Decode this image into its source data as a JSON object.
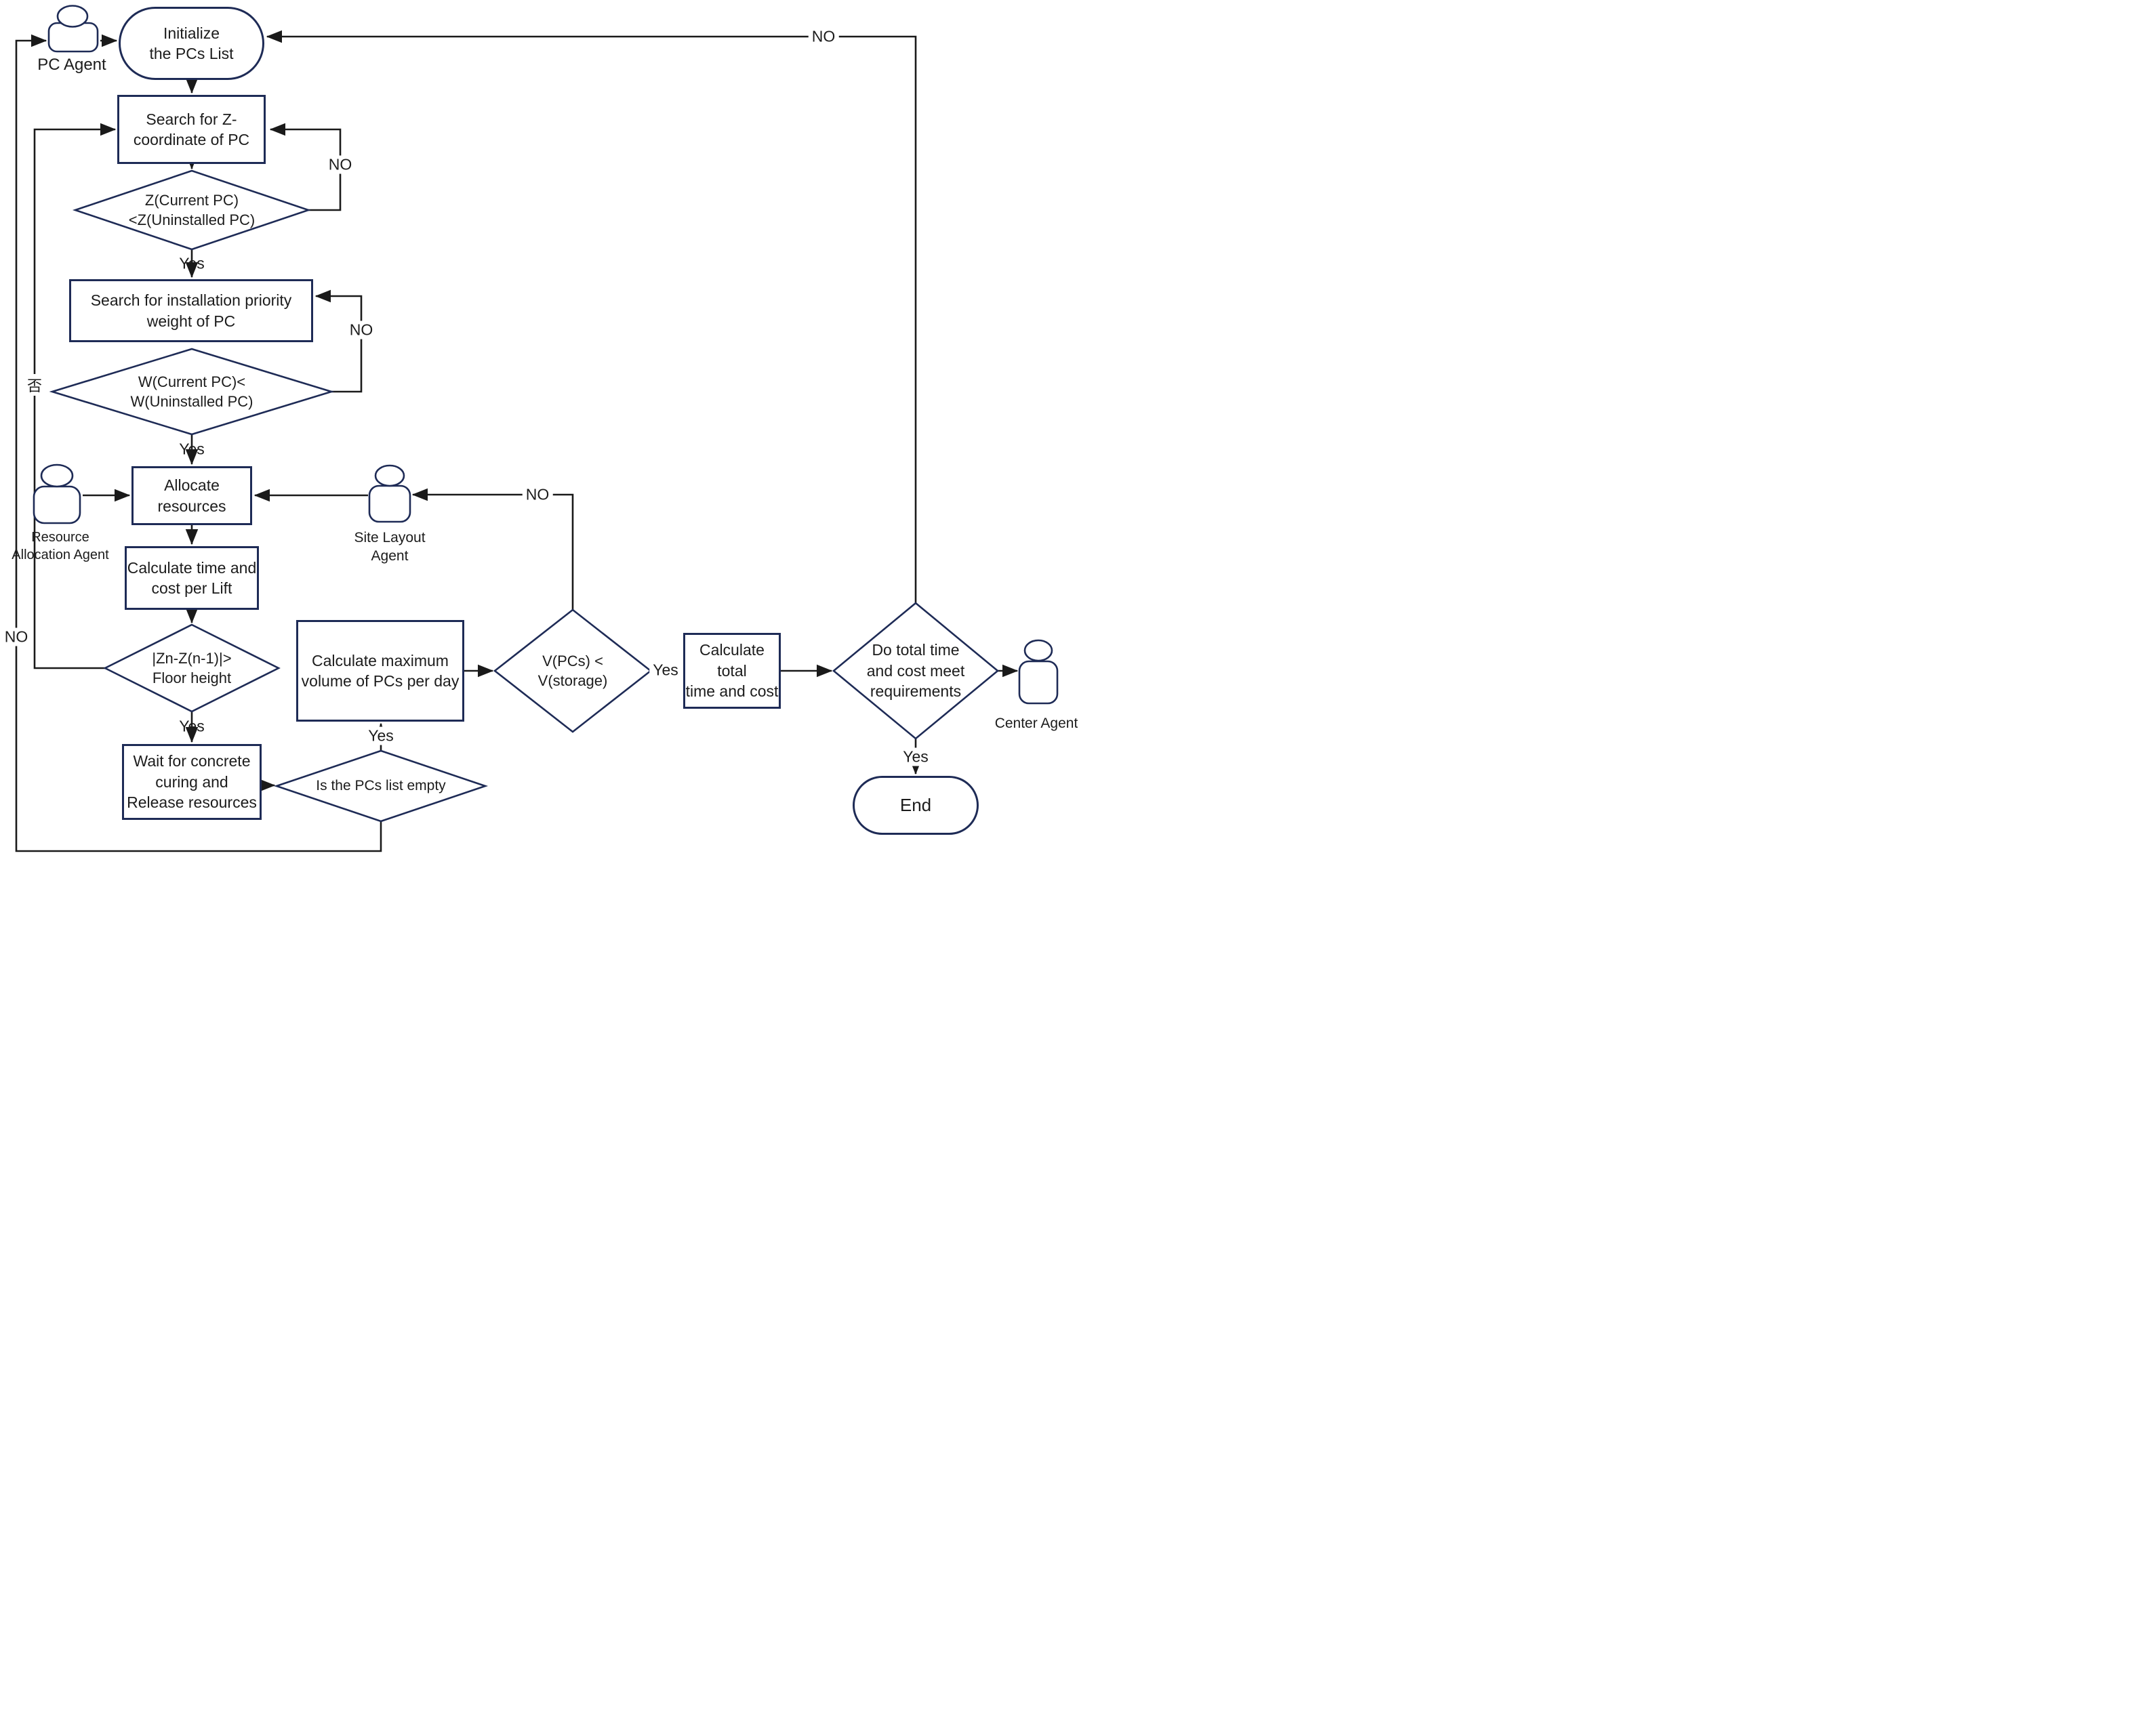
{
  "diagram": {
    "title_hint": "Multi-agent PC installation flowchart",
    "colors": {
      "shape_border": "#1e2b56",
      "connector": "#1a1a1a",
      "text": "#1c1c1c",
      "background": "#ffffff"
    },
    "agents": {
      "pc": "PC Agent",
      "resource": "Resource\nAllocation Agent",
      "site": "Site Layout\nAgent",
      "center": "Center Agent"
    },
    "nodes": {
      "initialize": "Initialize\nthe PCs  List",
      "search_z": "Search for Z-\ncoordinate of PC",
      "z_check": "Z(Current PC)\n<Z(Uninstalled PC)",
      "search_w": "Search for installation priority\nweight of PC",
      "w_check": "W(Current PC)<\nW(Uninstalled PC)",
      "allocate": "Allocate\nresources",
      "calc_lift": "Calculate time and\ncost per Lift",
      "zn_check": "|Zn-Z(n-1)|>\nFloor height",
      "wait_release": "Wait for concrete\ncuring and\nRelease resources",
      "empty_check": "Is the PCs list empty",
      "calc_max": "Calculate maximum\nvolume of PCs per day",
      "v_check": "V(PCs) <\nV(storage)",
      "calc_total": "Calculate total\ntime and cost",
      "meet_check": "Do total time\nand cost meet\nrequirements",
      "end": "End"
    },
    "labels": {
      "yes_z": "Yes",
      "no_z": "NO",
      "yes_w": "Yes",
      "no_w": "NO",
      "no_zh": "否",
      "yes_zn": "Yes",
      "yes_empty": "Yes",
      "no_bottom": "NO",
      "no_v": "NO",
      "yes_v": "Yes",
      "yes_meet": "Yes",
      "no_top": "NO"
    }
  }
}
